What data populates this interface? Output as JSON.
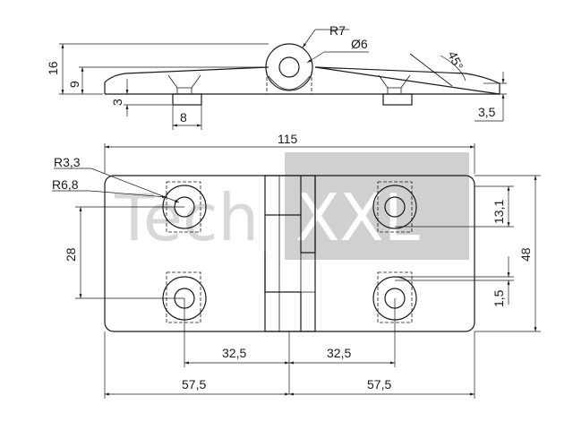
{
  "watermark": {
    "part1": "Tech",
    "part2": "XXL",
    "block_color": "#d0d0d0"
  },
  "dimensions": {
    "top_view": {
      "radius_knuckle": "R7",
      "diameter_pin": "Ø6",
      "angle": "45°",
      "total_height": "16",
      "leaf_height": "9",
      "spacer_height": "3",
      "spacer_width": "8",
      "leaf_thickness": "3,5"
    },
    "front_view": {
      "overall_width": "115",
      "radius_hole": "R3,3",
      "radius_counterbore": "R6,8",
      "hole_spacing_vertical": "28",
      "hole_offset_top": "13,1",
      "overall_height": "48",
      "hole_offset_side": "1,5",
      "hole_spacing_left": "32,5",
      "hole_spacing_right": "32,5",
      "half_width_left": "57,5",
      "half_width_right": "57,5"
    }
  },
  "colors": {
    "line": "#1a1a1a",
    "background": "#ffffff"
  }
}
